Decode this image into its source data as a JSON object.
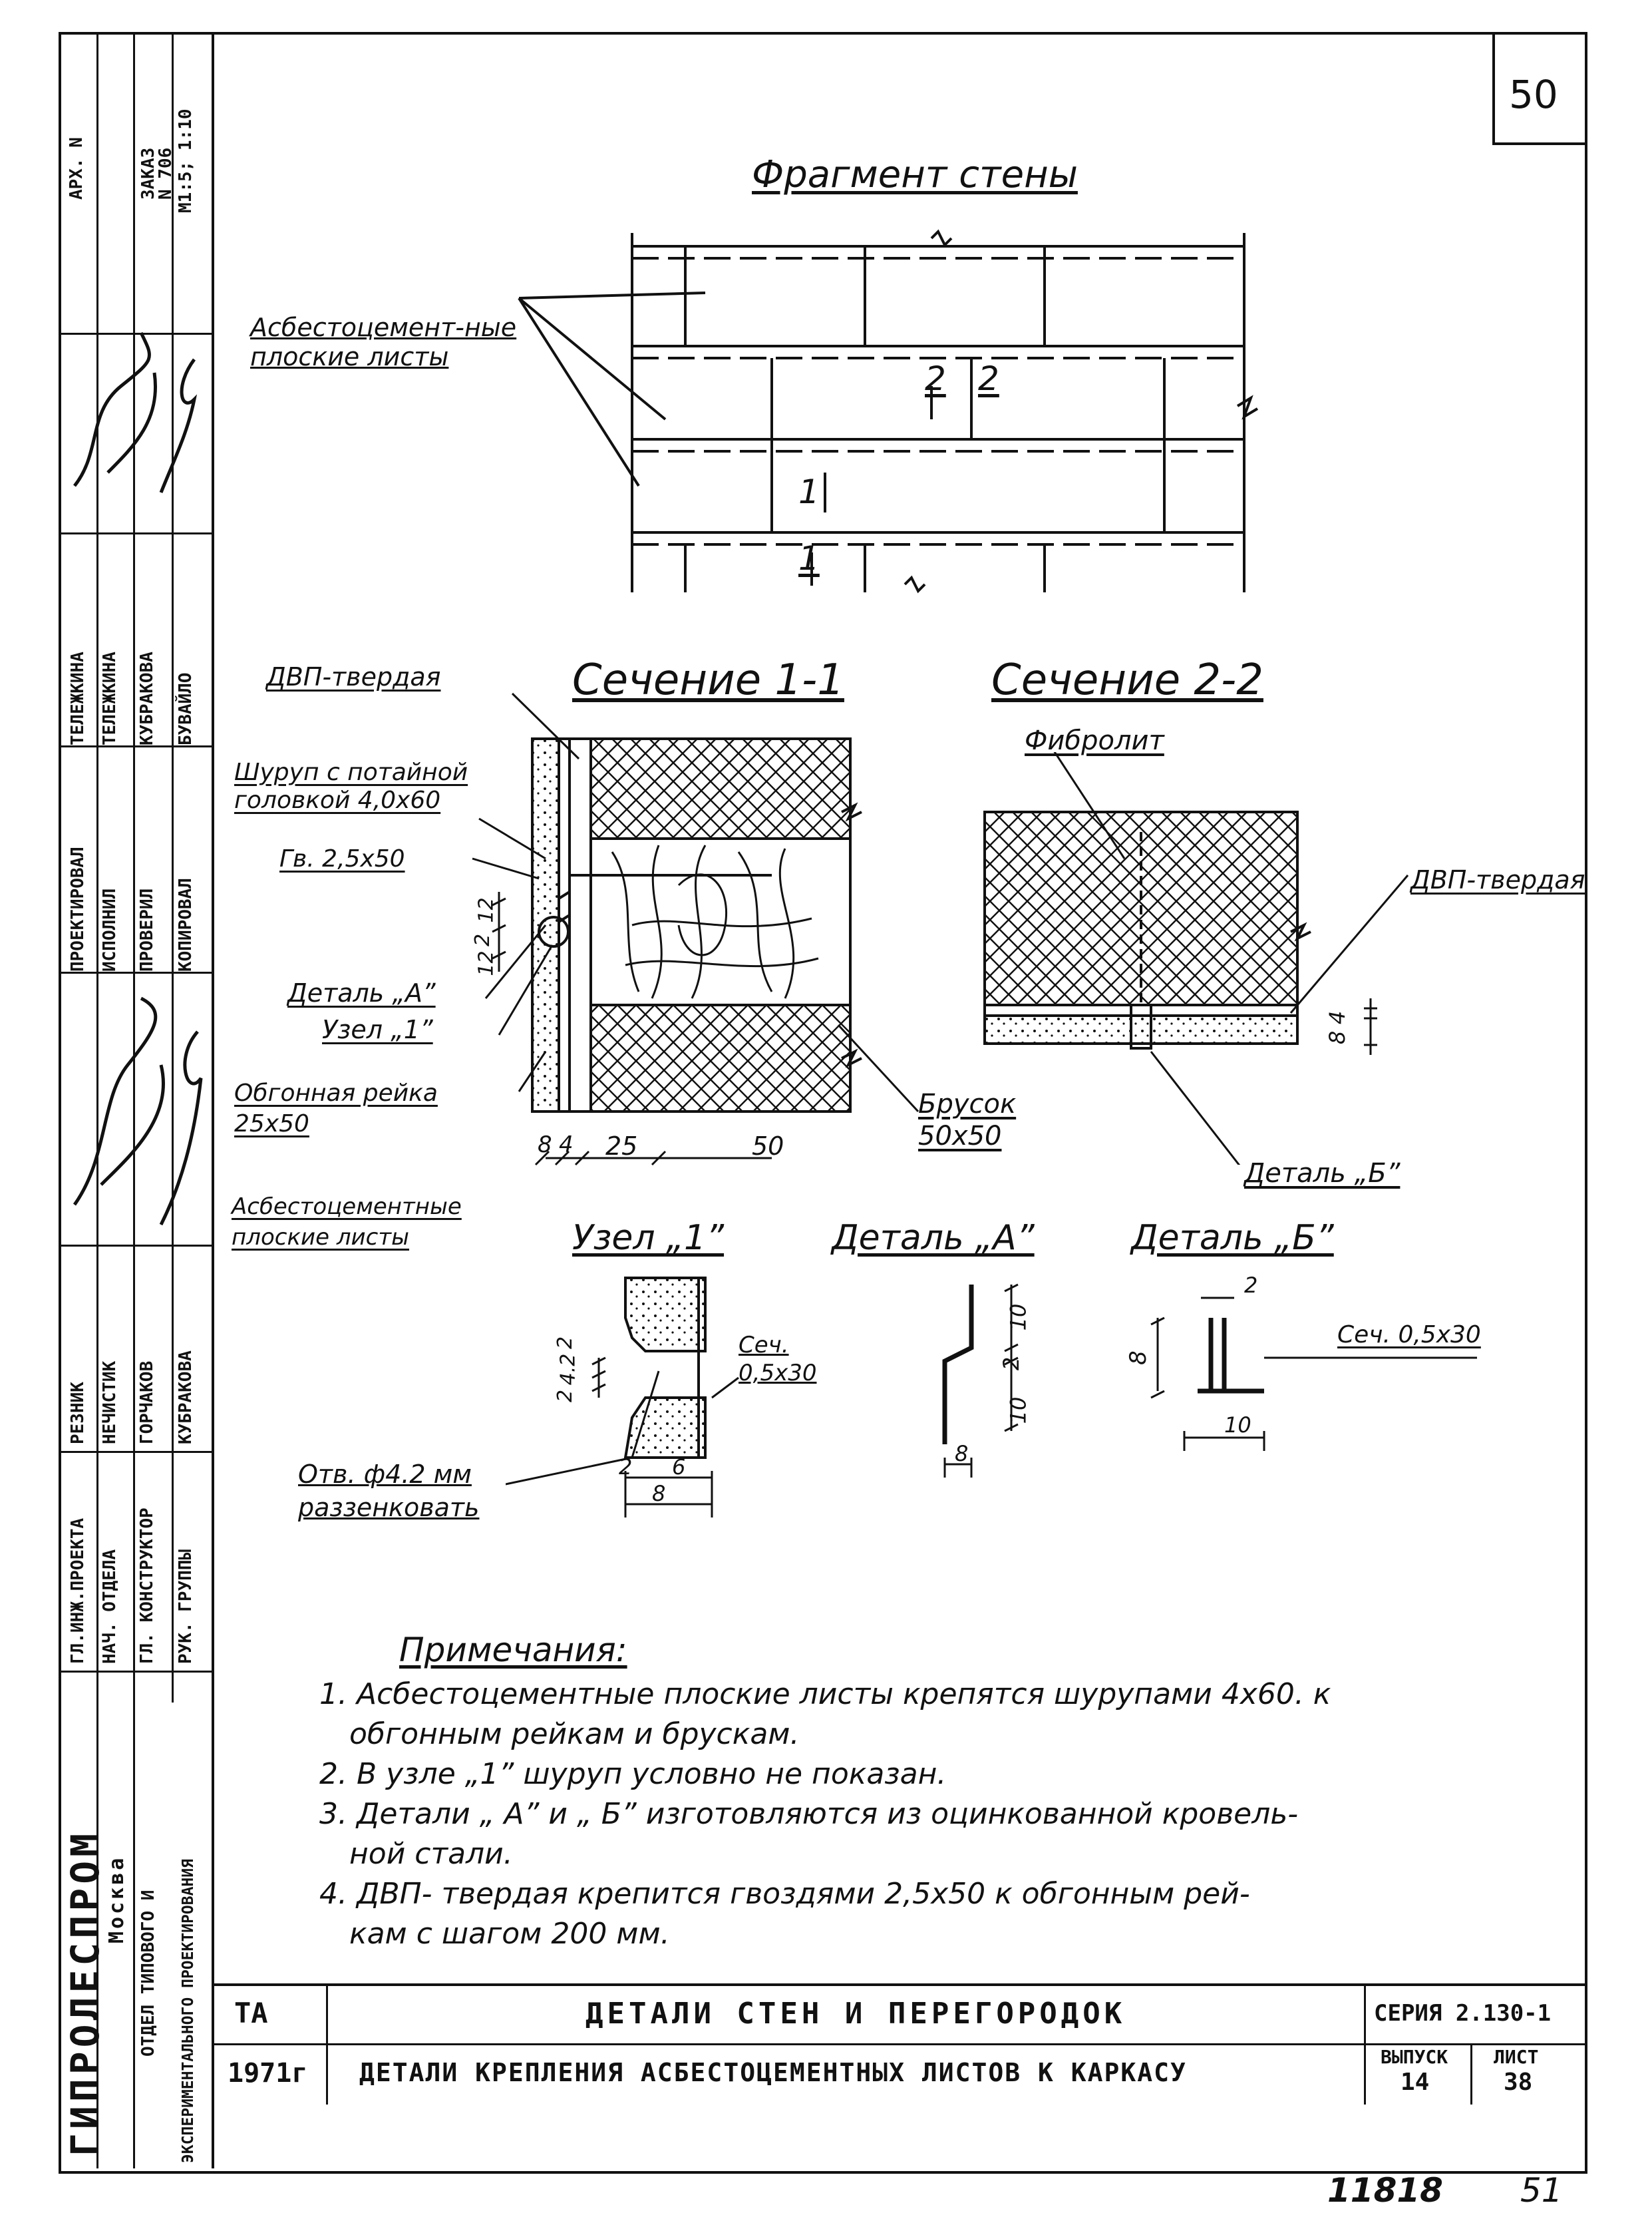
{
  "sheet_number": "50",
  "bottom_marks": {
    "left": "11818",
    "right": "51"
  },
  "sidebar": {
    "org_name": "ГИПРОЛЕСПРОМ",
    "org_city": "Москва",
    "org_dept_1": "ОТДЕЛ ТИПОВОГО И",
    "org_dept_2": "ЭКСПЕРИМЕНТАЛЬНОГО ПРОЕКТИРОВАНИЯ",
    "roles": [
      "ГЛ.ИНЖ.ПРОЕКТА",
      "НАЧ. ОТДЕЛА",
      "ГЛ. КОНСТРУКТОР",
      "РУК. ГРУППЫ"
    ],
    "names_1": [
      "РЕЗНИК",
      "НЕЧИСТИК",
      "ГОРЧАКОВ",
      "КУБРАКОВА"
    ],
    "roles_2": [
      "ПРОЕКТИРОВАЛ",
      "ИСПОЛНИЛ",
      "ПРОВЕРИЛ",
      "КОПИРОВАЛ"
    ],
    "names_2": [
      "ТЕЛЕЖКИНА",
      "ТЕЛЕЖКИНА",
      "КУБРАКОВА",
      "БУВАЙЛО"
    ],
    "archive": [
      "АРХ. N",
      "ЗАКАЗ",
      "N 706",
      "M1:5; 1:10"
    ]
  },
  "fragment": {
    "title": "Фрагмент стены",
    "label": "Асбестоцемент-ные плоские листы",
    "cut_2a": "2",
    "cut_2b": "2",
    "cut_1a": "1",
    "cut_1b": "1"
  },
  "section_1": {
    "title": "Сечение 1-1",
    "labels": {
      "dvp": "ДВП-твердая",
      "screw": "Шуруп с потайной головкой 4,0х60",
      "nail": "Гв. 2,5х50",
      "detail_a": "Деталь „А”",
      "node_1": "Узел „1”",
      "batten": "Обгонная рейка 25х50",
      "sheets": "Асбестоцементные плоские листы",
      "bar": "Брусок 50х50"
    },
    "dims": {
      "d1": "12",
      "d2": "2",
      "d3": "12",
      "b1": "8",
      "b2": "4",
      "b3": "25",
      "b4": "50"
    }
  },
  "section_2": {
    "title": "Сечение 2-2",
    "labels": {
      "fibrolite": "Фибролит",
      "dvp": "ДВП-твердая",
      "detail_b": "Деталь „Б”"
    },
    "dims": {
      "h1": "8",
      "h2": "4"
    }
  },
  "node_1": {
    "title": "Узел „1”",
    "labels": {
      "section": "Сеч. 0,5х30",
      "hole": "Отв. ф4.2 мм раззенковать"
    },
    "dims": {
      "v1": "2",
      "v2": "4.2",
      "v3": "2",
      "h1": "2",
      "h2": "6",
      "h3": "8"
    }
  },
  "detail_a": {
    "title": "Деталь „А”",
    "dims": {
      "v1": "10",
      "v2": "2",
      "v3": "10",
      "h1": "8"
    }
  },
  "detail_b": {
    "title": "Деталь „Б”",
    "labels": {
      "section": "Сеч. 0,5х30"
    },
    "dims": {
      "top": "2",
      "v1": "8",
      "h1": "10"
    }
  },
  "notes": {
    "heading": "Примечания:",
    "items": [
      "1. Асбестоцементные плоские листы крепятся шурупами 4х60. к",
      "обгонным рейкам и брускам.",
      "2. В узле „1” шуруп условно не показан.",
      "3. Детали „ А” и „ Б” изготовляются из оцинкованной кровель-",
      "ной стали.",
      "4. ДВП- твердая крепится гвоздями 2,5х50 к обгонным рей-",
      "кам с шагом 200 мм."
    ]
  },
  "title_block": {
    "ta": "ТА",
    "year": "1971г",
    "title_1": "ДЕТАЛИ СТЕН И ПЕРЕГОРОДОК",
    "title_2": "ДЕТАЛИ КРЕПЛЕНИЯ АСБЕСТОЦЕМЕНТНЫХ ЛИСТОВ К КАРКАСУ",
    "series": "СЕРИЯ 2.130-1",
    "issue_label": "ВЫПУСК",
    "issue": "14",
    "sheet_label": "ЛИСТ",
    "sheet": "38"
  }
}
